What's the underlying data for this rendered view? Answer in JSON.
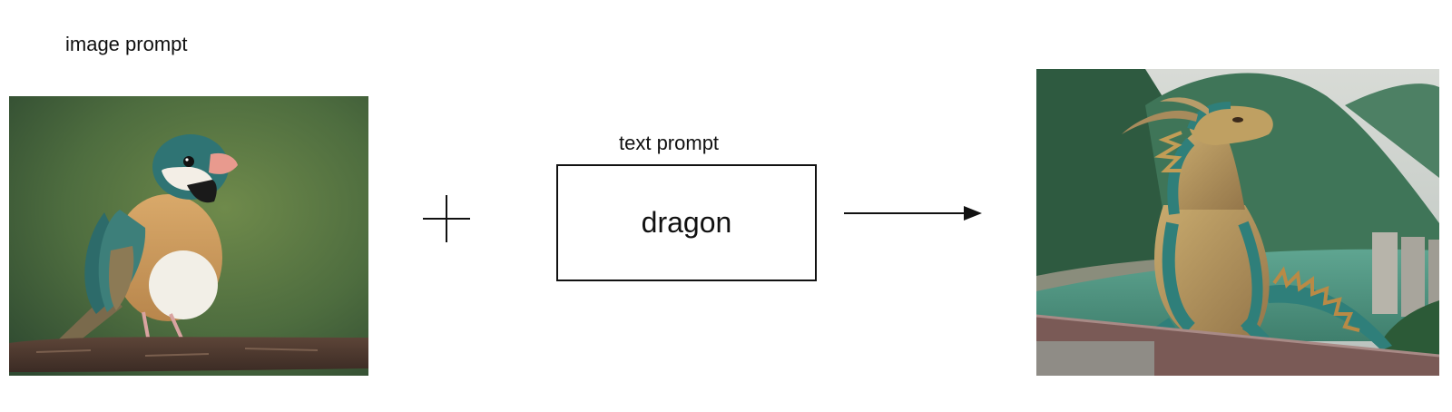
{
  "labels": {
    "image_prompt": "image prompt",
    "text_prompt": "text prompt"
  },
  "text_box": {
    "value": "dragon"
  },
  "operators": {
    "combine": "plus-icon",
    "result": "arrow-right-icon"
  },
  "images": {
    "input": {
      "subject": "bird-photo",
      "depicts": "small finch-like bird perched on a branch"
    },
    "output": {
      "subject": "dragon-photo",
      "depicts": "dragon perched on a railing above a river valley"
    }
  },
  "colors": {
    "stroke": "#111111",
    "background": "#ffffff"
  }
}
